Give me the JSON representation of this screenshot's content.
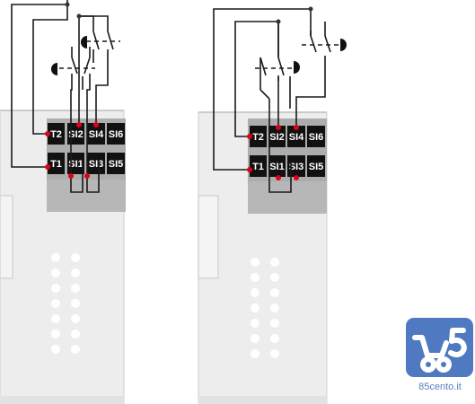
{
  "diagrams": [
    {
      "id": "left",
      "terminals": [
        {
          "label": "T2"
        },
        {
          "label": "SI2"
        },
        {
          "label": "SI4"
        },
        {
          "label": "SI6"
        },
        {
          "label": "T1"
        },
        {
          "label": "SI1"
        },
        {
          "label": "SI3"
        },
        {
          "label": "SI5"
        }
      ]
    },
    {
      "id": "right",
      "terminals": [
        {
          "label": "T2"
        },
        {
          "label": "SI2"
        },
        {
          "label": "SI4"
        },
        {
          "label": "SI6"
        },
        {
          "label": "T1"
        },
        {
          "label": "SI1"
        },
        {
          "label": "SI3"
        },
        {
          "label": "SI5"
        }
      ]
    }
  ],
  "logo": {
    "icon": "cart-5-icon",
    "text": "85cento.it"
  },
  "colors": {
    "terminal": "#111111",
    "terminal_text": "#ffffff",
    "contact_dot": "#e0001a",
    "wire": "#1a1a1a",
    "module": "#ececec",
    "module_outline": "#c9c9c9",
    "terminal_block": "#aaaaaa",
    "logo_badge": "#4f79c0",
    "logo_text": "#5a7fbf"
  }
}
